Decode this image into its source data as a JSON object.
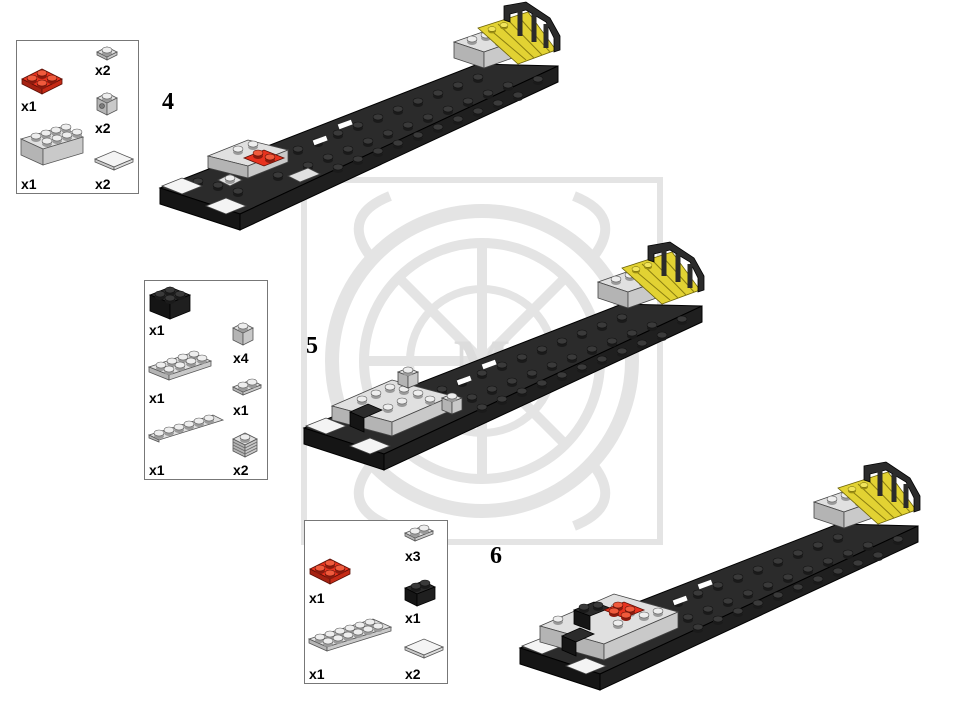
{
  "colors": {
    "black_brick": "#2b2b2b",
    "black_stud": "#333333",
    "light_gray": "#e0e0e0",
    "white": "#f4f4f4",
    "red": "#e8321e",
    "yellow": "#e2d233",
    "watermark": "#e4e4e4"
  },
  "watermark": {
    "letter": "M"
  },
  "steps": [
    {
      "number": "4",
      "parts": [
        {
          "icon": "red-plate-2x2-icon",
          "qty": "x1"
        },
        {
          "icon": "gray-plate-1x1-icon",
          "qty": "x2"
        },
        {
          "icon": "gray-brick-1x1-clip-icon",
          "qty": "x2"
        },
        {
          "icon": "gray-brick-2x4-icon",
          "qty": "x1"
        },
        {
          "icon": "white-tile-2x2-icon",
          "qty": "x2"
        }
      ]
    },
    {
      "number": "5",
      "parts": [
        {
          "icon": "black-brick-2x2-icon",
          "qty": "x1"
        },
        {
          "icon": "gray-brick-1x1-icon",
          "qty": "x4"
        },
        {
          "icon": "gray-plate-2x4-icon",
          "qty": "x1"
        },
        {
          "icon": "gray-plate-1x2-icon",
          "qty": "x1"
        },
        {
          "icon": "gray-plate-1x6-icon",
          "qty": "x1"
        },
        {
          "icon": "gray-grille-brick-icon",
          "qty": "x2"
        }
      ]
    },
    {
      "number": "6",
      "parts": [
        {
          "icon": "gray-plate-1x2-icon",
          "qty": "x3"
        },
        {
          "icon": "red-plate-2x2-icon",
          "qty": "x1"
        },
        {
          "icon": "black-brick-1x2-icon",
          "qty": "x1"
        },
        {
          "icon": "gray-plate-2x6-icon",
          "qty": "x1"
        },
        {
          "icon": "white-tile-2x2-icon",
          "qty": "x2"
        }
      ]
    }
  ]
}
